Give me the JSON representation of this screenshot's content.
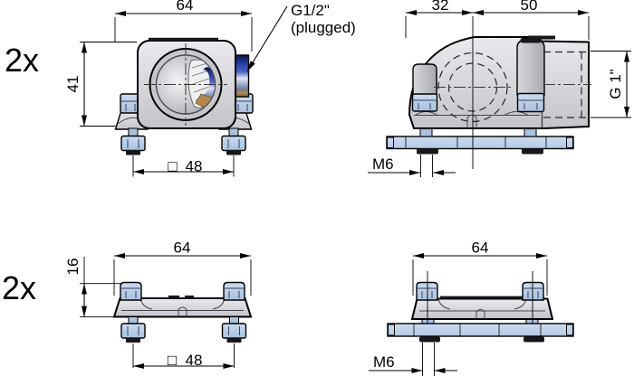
{
  "document": {
    "type": "technical-drawing",
    "background": "#ffffff"
  },
  "views": {
    "clamp_front": {
      "quantity": "2x",
      "dims": {
        "width": "64",
        "height": "41",
        "bolt_spacing_symbol": "□",
        "bolt_spacing": "48"
      },
      "callout": {
        "line1": "G1/2\"",
        "line2": "(plugged)"
      }
    },
    "clamp_side": {
      "dims": {
        "offset_left": "32",
        "offset_right": "50",
        "port_thread": "G 1\"",
        "bolt_thread": "M6"
      }
    },
    "bracket_front": {
      "quantity": "2x",
      "dims": {
        "width": "64",
        "height": "16",
        "bolt_spacing_symbol": "□",
        "bolt_spacing": "48"
      }
    },
    "bracket_side": {
      "dims": {
        "width": "64",
        "bolt_thread": "M6"
      }
    }
  },
  "colors": {
    "body_gray": "#d4d4d8",
    "fastener_blue": "#a9c2de",
    "rail_blue": "#b4c9e3",
    "plug_navy": "#1c2f90",
    "plug_light": "#dfe5f7",
    "brass": "#b3894b",
    "line": "#000000"
  }
}
